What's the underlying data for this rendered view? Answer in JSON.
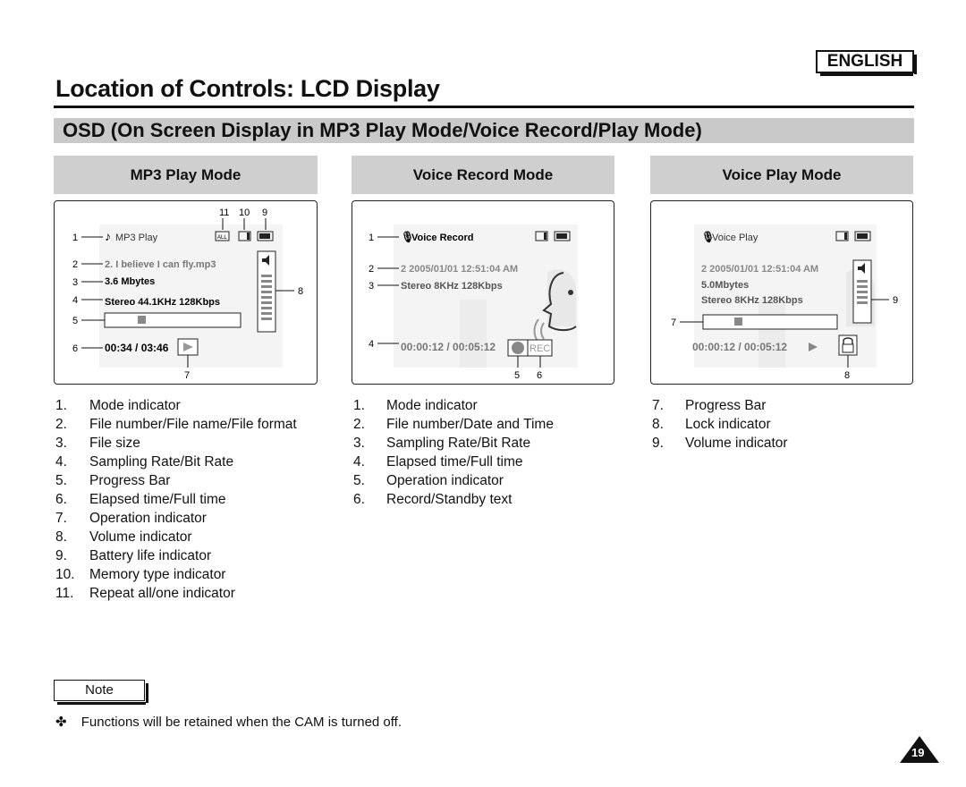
{
  "header": {
    "language": "ENGLISH",
    "title": "Location of Controls: LCD Display",
    "section": "OSD (On Screen Display in MP3 Play Mode/Voice Record/Play Mode)"
  },
  "modes": {
    "mp3": {
      "heading": "MP3 Play Mode",
      "screen": {
        "mode": "MP3 Play",
        "file": "2.  I believe I can fly.mp3",
        "size": "3.6 Mbytes",
        "rate": "Stereo 44.1KHz 128Kbps",
        "time": "00:34 / 03:46",
        "repeat": "ALL"
      },
      "callouts": [
        "1",
        "2",
        "3",
        "4",
        "5",
        "6",
        "7",
        "8",
        "9",
        "10",
        "11"
      ],
      "items": [
        "Mode indicator",
        "File number/File name/File format",
        "File size",
        "Sampling Rate/Bit Rate",
        "Progress Bar",
        "Elapsed time/Full time",
        "Operation indicator",
        "Volume indicator",
        "Battery life indicator",
        "Memory type indicator",
        "Repeat all/one indicator"
      ]
    },
    "voice_record": {
      "heading": "Voice Record Mode",
      "screen": {
        "mode": "Voice Record",
        "datetime": "2  2005/01/01  12:51:04 AM",
        "rate": "Stereo  8KHz  128Kbps",
        "time": "00:00:12 / 00:05:12",
        "rec": "REC"
      },
      "callouts": [
        "1",
        "2",
        "3",
        "4",
        "5",
        "6"
      ],
      "items": [
        "Mode indicator",
        "File number/Date and Time",
        "Sampling Rate/Bit Rate",
        "Elapsed time/Full time",
        "Operation indicator",
        "Record/Standby text"
      ]
    },
    "voice_play": {
      "heading": "Voice Play Mode",
      "screen": {
        "mode": "Voice Play",
        "datetime": "2  2005/01/01  12:51:04 AM",
        "size": "5.0Mbytes",
        "rate": "Stereo  8KHz  128Kbps",
        "time": "00:00:12 / 00:05:12"
      },
      "callouts": [
        "7",
        "8",
        "9"
      ],
      "items": [
        "Progress Bar",
        "Lock indicator",
        "Volume indicator"
      ]
    }
  },
  "list_numbers": [
    "1.",
    "2.",
    "3.",
    "4.",
    "5.",
    "6.",
    "7.",
    "8.",
    "9.",
    "10.",
    "11."
  ],
  "note": {
    "label": "Note",
    "bullet": "✤",
    "text": "Functions will be retained when the CAM is turned off."
  },
  "page_number": "19",
  "icons": {
    "music": "music-note-icon",
    "mic": "microphone-icon",
    "memory": "memory-card-icon",
    "battery": "battery-icon",
    "volume": "speaker-icon",
    "play": "play-icon",
    "lock": "lock-icon"
  }
}
